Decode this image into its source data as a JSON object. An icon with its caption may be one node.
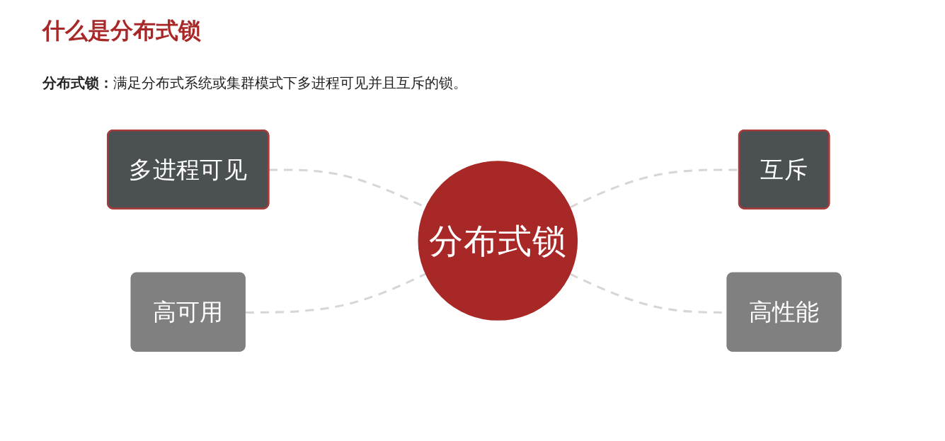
{
  "diagram": {
    "title": "什么是分布式锁",
    "nodes": [
      {
        "text": [
          "多进程可见"
        ]
      },
      {
        "text": [
          "互斥"
        ]
      },
      {
        "text": [
          "分布式锁"
        ]
      },
      {
        "text": [
          "高可用"
        ]
      },
      {
        "text": [
          "高性能"
        ]
      }
    ],
    "edges": [
      {
        "from": 0,
        "to": 2,
        "arrow": "none",
        "style": "dashed"
      },
      {
        "from": 2,
        "to": 1,
        "arrow": "none",
        "style": "dashed"
      },
      {
        "from": 3,
        "to": 2,
        "arrow": "none",
        "style": "dashed"
      },
      {
        "from": 2,
        "to": 4,
        "arrow": "none",
        "style": "dashed"
      }
    ],
    "labels": [
      "**分布式锁：**满足分布式系统或集群模式下多进程可见并且互斥的锁。"
    ]
  }
}
